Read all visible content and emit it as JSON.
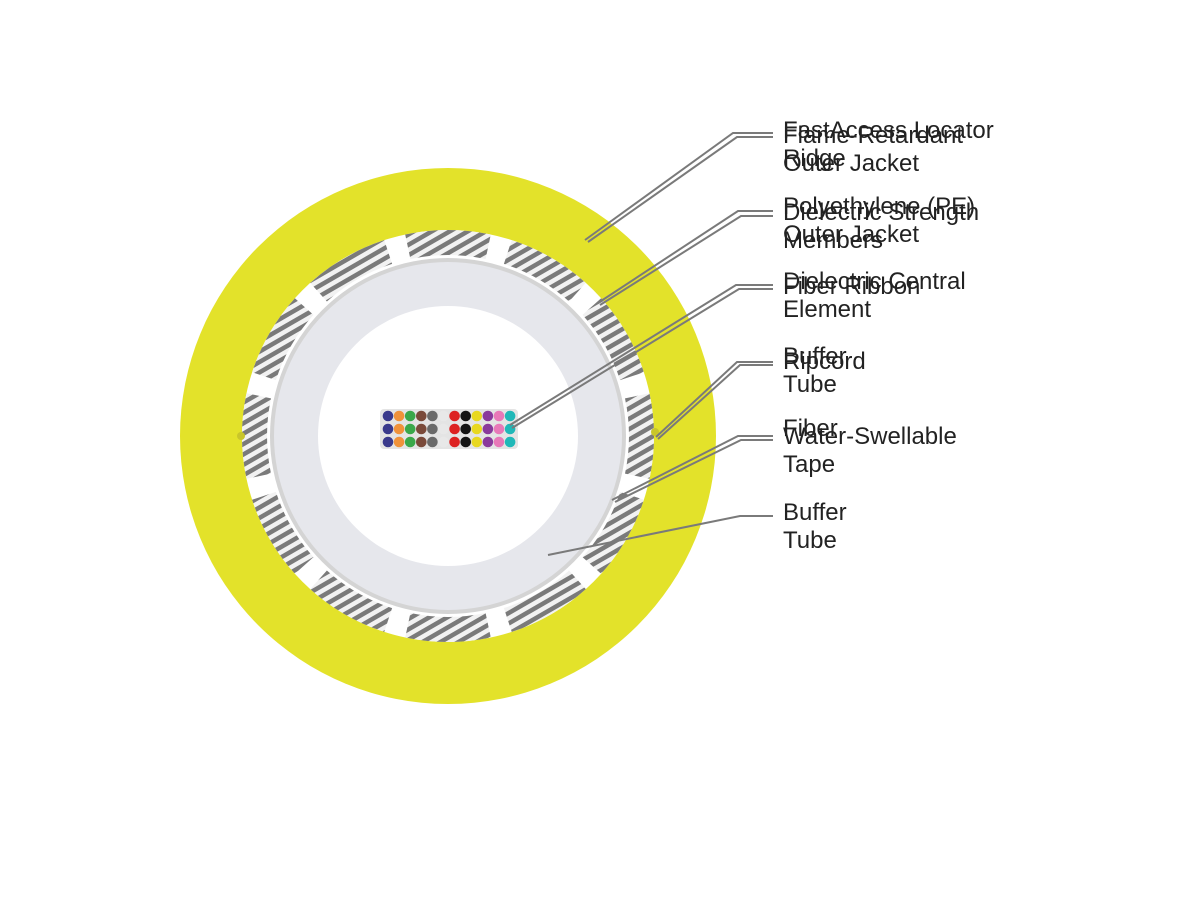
{
  "diagram": {
    "colors": {
      "background": "#ffffff",
      "outer_jacket": "#e3e22a",
      "strength_member_light": "#f2f2f2",
      "strength_member_dark": "#7a7a7a",
      "water_swellable_tape": "#d4d4d4",
      "buffer_tube": "#e6e7ec",
      "central_element": "#ffffff",
      "leader_line": "#7a7a7a",
      "ripcord": "#c9c62a"
    },
    "labels_layer_a": [
      {
        "id": "fastaccess",
        "text": "FastAccess Locator\nRidge"
      },
      {
        "id": "pe-jacket",
        "text": "Polyethylene (PE)\nOuter Jacket"
      },
      {
        "id": "dielectric-central",
        "text": "Dielectric Central\nElement"
      },
      {
        "id": "buffer-tube-a",
        "text": "Buffer\nTube"
      },
      {
        "id": "fiber",
        "text": "Fiber"
      }
    ],
    "labels_layer_b": [
      {
        "id": "flame-retardant",
        "text": "Flame-Retardant\nOuter Jacket"
      },
      {
        "id": "dielectric-strength",
        "text": "Dielectric Strength\nMembers"
      },
      {
        "id": "fiber-ribbon",
        "text": "Fiber Ribbon"
      },
      {
        "id": "ripcord",
        "text": "Ripcord"
      },
      {
        "id": "water-swellable",
        "text": "Water-Swellable\nTape"
      },
      {
        "id": "buffer-tube-b",
        "text": "Buffer\nTube"
      }
    ],
    "ribbon_fiber_colors": [
      "#3a3a8c",
      "#f0923a",
      "#3aa84a",
      "#7a4a3a",
      "#6a6a6a",
      "#e8e8e8",
      "#dd2222",
      "#151515",
      "#e8d820",
      "#8a3a9c",
      "#e878b8",
      "#20b8b8"
    ],
    "ribbon_rows": 3
  }
}
